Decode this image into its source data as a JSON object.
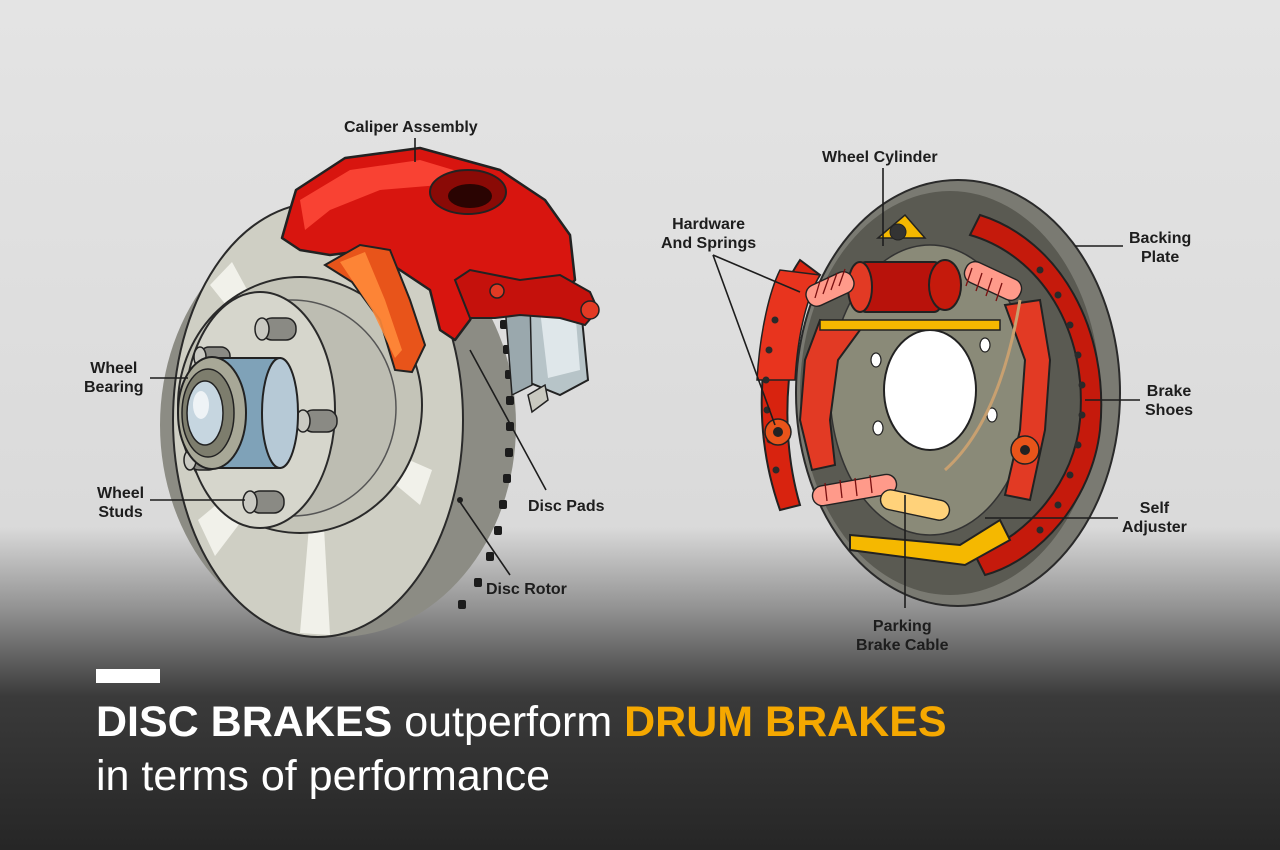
{
  "disc_labels": {
    "caliper_assembly": "Caliper Assembly",
    "wheel_bearing": [
      "Wheel",
      "Bearing"
    ],
    "wheel_studs": [
      "Wheel",
      "Studs"
    ],
    "disc_pads": "Disc Pads",
    "disc_rotor": "Disc Rotor"
  },
  "drum_labels": {
    "wheel_cylinder": "Wheel Cylinder",
    "hardware_springs": [
      "Hardware",
      "And Springs"
    ],
    "backing_plate": [
      "Backing",
      "Plate"
    ],
    "brake_shoes": [
      "Brake",
      "Shoes"
    ],
    "self_adjuster": [
      "Self",
      "Adjuster"
    ],
    "parking_brake_cable": [
      "Parking",
      "Brake Cable"
    ]
  },
  "headline": {
    "disc": "DISC BRAKES",
    "middle": " outperform ",
    "drum": "DRUM BRAKES",
    "line2": "in terms of performance"
  },
  "colors": {
    "caliper_red": "#d8150f",
    "rotor_gray": "#cfcfc4",
    "drum_dark": "#5a5a52",
    "accent_yellow": "#f5a800",
    "label_text": "#1d1d1d"
  }
}
